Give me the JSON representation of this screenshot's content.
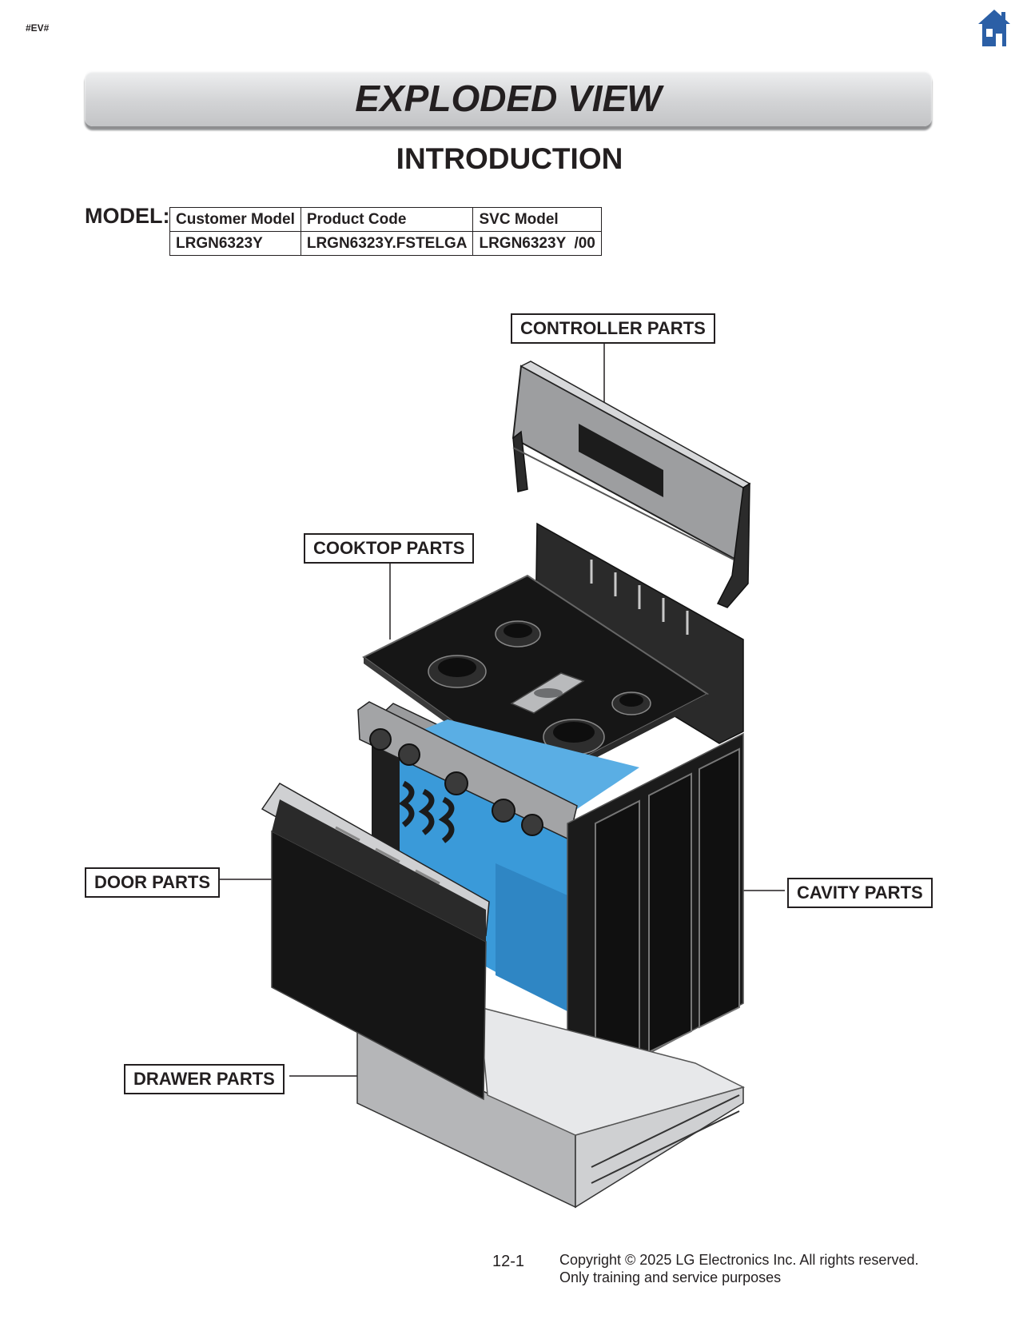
{
  "header": {
    "tag": "#EV#",
    "home_icon": "home-icon",
    "home_color": "#2b5fa6"
  },
  "banner_title": "EXPLODED VIEW",
  "subtitle": "INTRODUCTION",
  "model": {
    "label": "MODEL:",
    "headers": [
      "Customer Model",
      "Product Code",
      "SVC Model"
    ],
    "row": [
      "LRGN6323Y",
      "LRGN6323Y.FSTELGA",
      "LRGN6323Y  /00"
    ]
  },
  "callouts": {
    "controller": "CONTROLLER PARTS",
    "cooktop": "COOKTOP PARTS",
    "door": "DOOR PARTS",
    "cavity": "CAVITY PARTS",
    "drawer": "DRAWER PARTS"
  },
  "footer": {
    "page": "12-1",
    "copyright": "Copyright © 2025 LG Electronics Inc. All rights reserved.",
    "purpose": "Only training and service purposes"
  },
  "colors": {
    "cavity_blue": "#3a9ad9",
    "enamel_black": "#1b1b1b",
    "steel_gray": "#a9aaac"
  }
}
